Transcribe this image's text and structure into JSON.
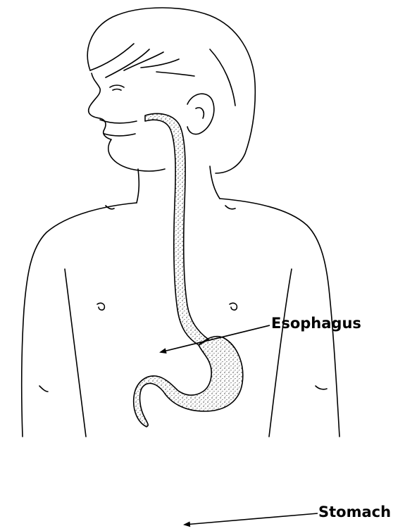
{
  "labels": {
    "esophagus": "Esophagus",
    "stomach": "Stomach"
  },
  "colors": {
    "ink": "#000000",
    "background": "#ffffff"
  },
  "illustration": {
    "subject": "child-upper-body-digestive-tract",
    "organs_drawn": [
      "esophagus",
      "stomach"
    ]
  }
}
